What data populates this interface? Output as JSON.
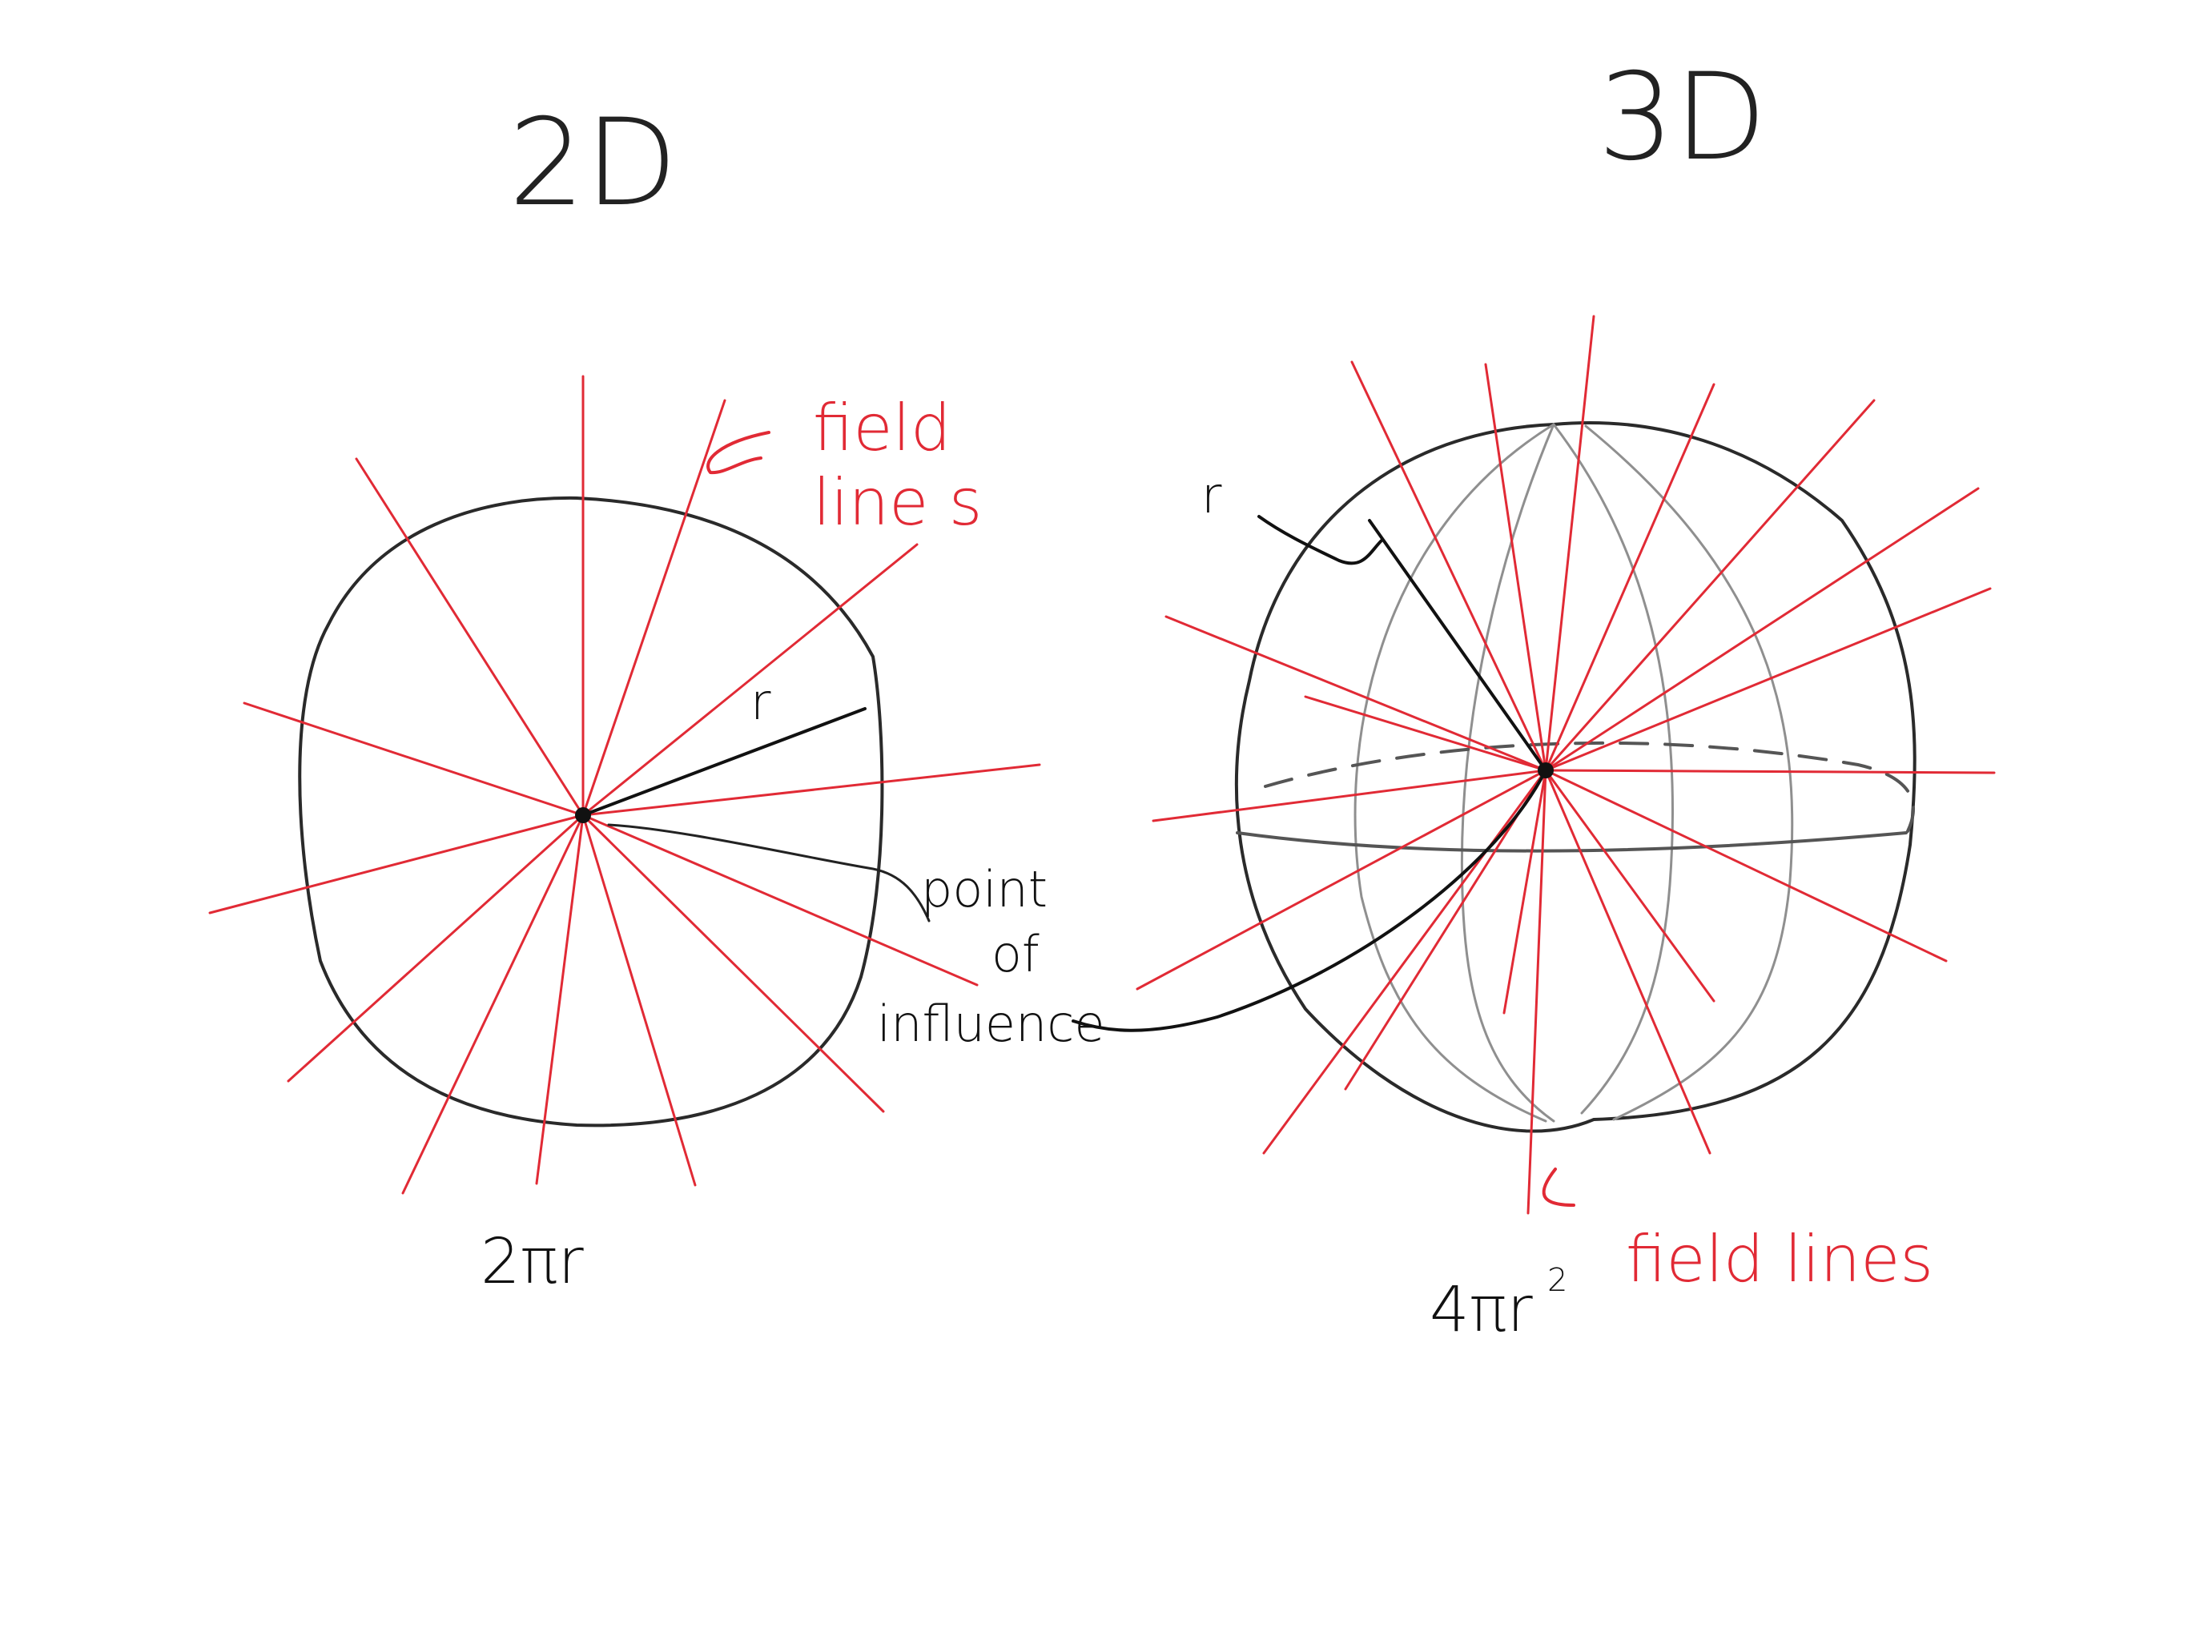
{
  "left_panel": {
    "title": "2D",
    "radius_label": "r",
    "field_label_line1": "field",
    "field_label_line2": "line s",
    "formula": "2πr"
  },
  "center_annotation": {
    "line1": "point",
    "line2": "of",
    "line3": "influence"
  },
  "right_panel": {
    "title": "3D",
    "radius_label": "r",
    "field_label": "field lines",
    "formula_base": "4πr",
    "formula_exponent": "2"
  },
  "colors": {
    "field_line": "#e12a35",
    "outline": "#222222",
    "sphere_guides": "#999999",
    "center_point": "#111111"
  },
  "icons": {
    "circle": "circle-outline",
    "sphere": "sphere-outline"
  }
}
